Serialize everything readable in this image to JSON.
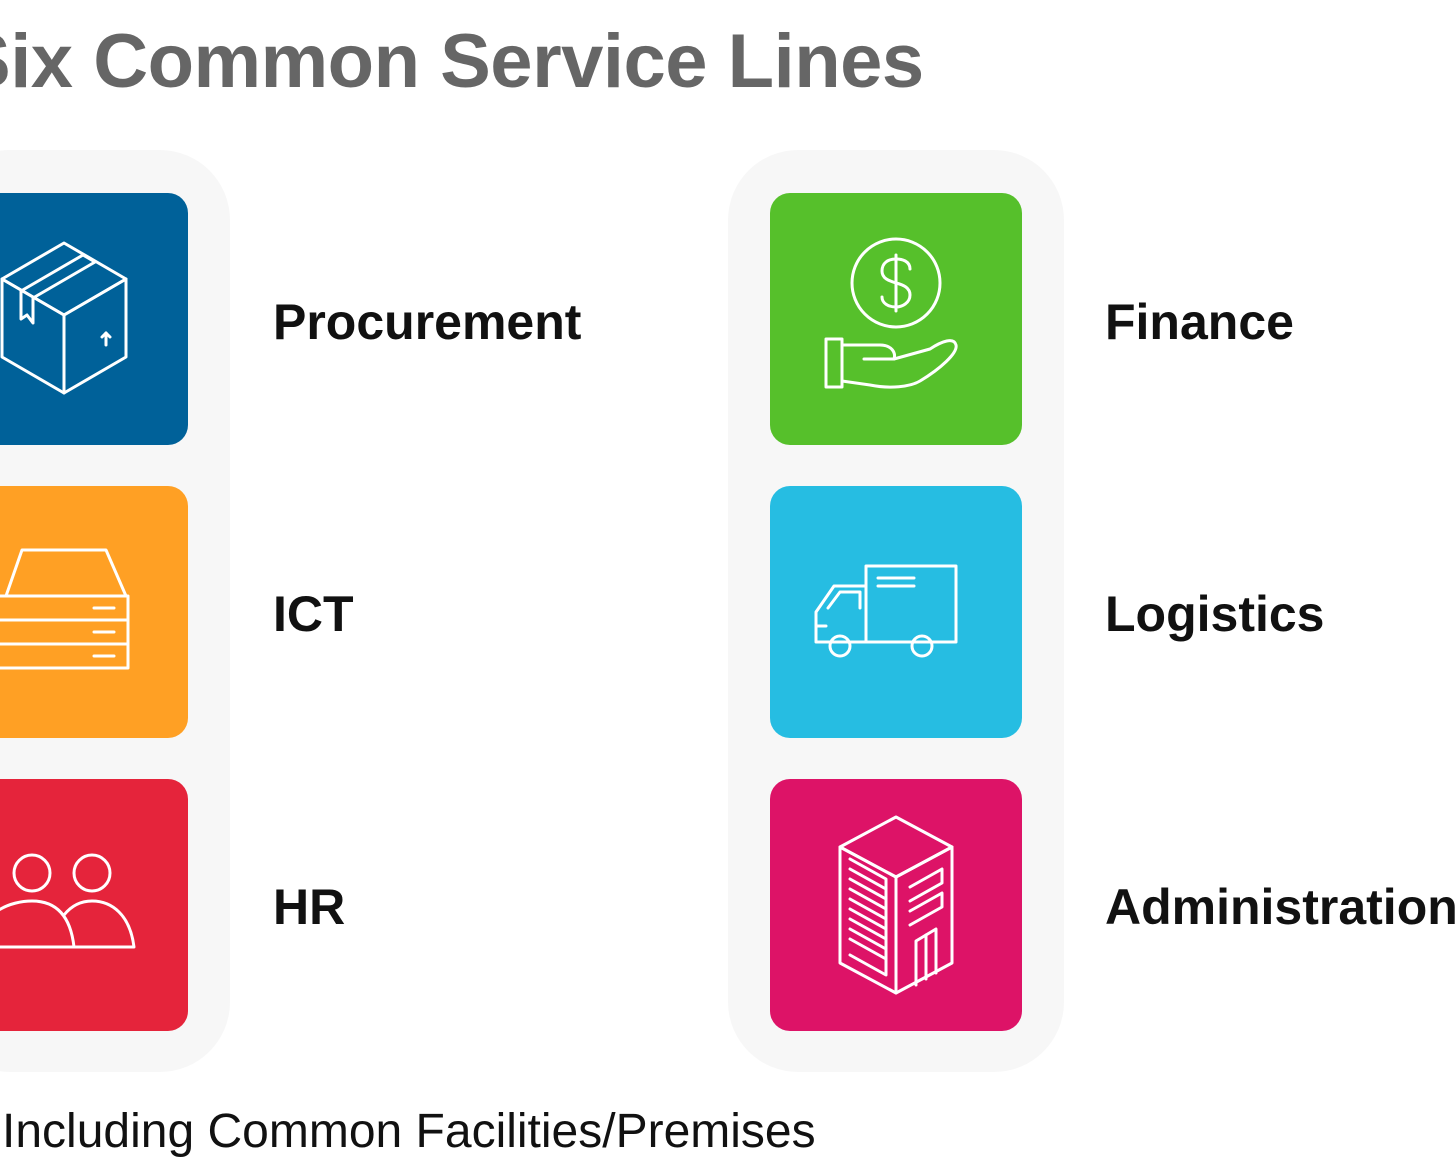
{
  "title": "Six Common Service Lines",
  "service_lines": [
    {
      "label": "Procurement",
      "color": "#006199",
      "icon": "box-icon"
    },
    {
      "label": "ICT",
      "color": "#FFA024",
      "icon": "server-icon"
    },
    {
      "label": "HR",
      "color": "#E5243B",
      "icon": "people-icon"
    },
    {
      "label": "Finance",
      "color": "#56C02B",
      "icon": "hand-money-icon"
    },
    {
      "label": "Logistics",
      "color": "#26BDE2",
      "icon": "truck-icon"
    },
    {
      "label": "Administration*",
      "color": "#DD1367",
      "icon": "building-icon"
    }
  ],
  "footnote": "* Including Common Facilities/Premises"
}
